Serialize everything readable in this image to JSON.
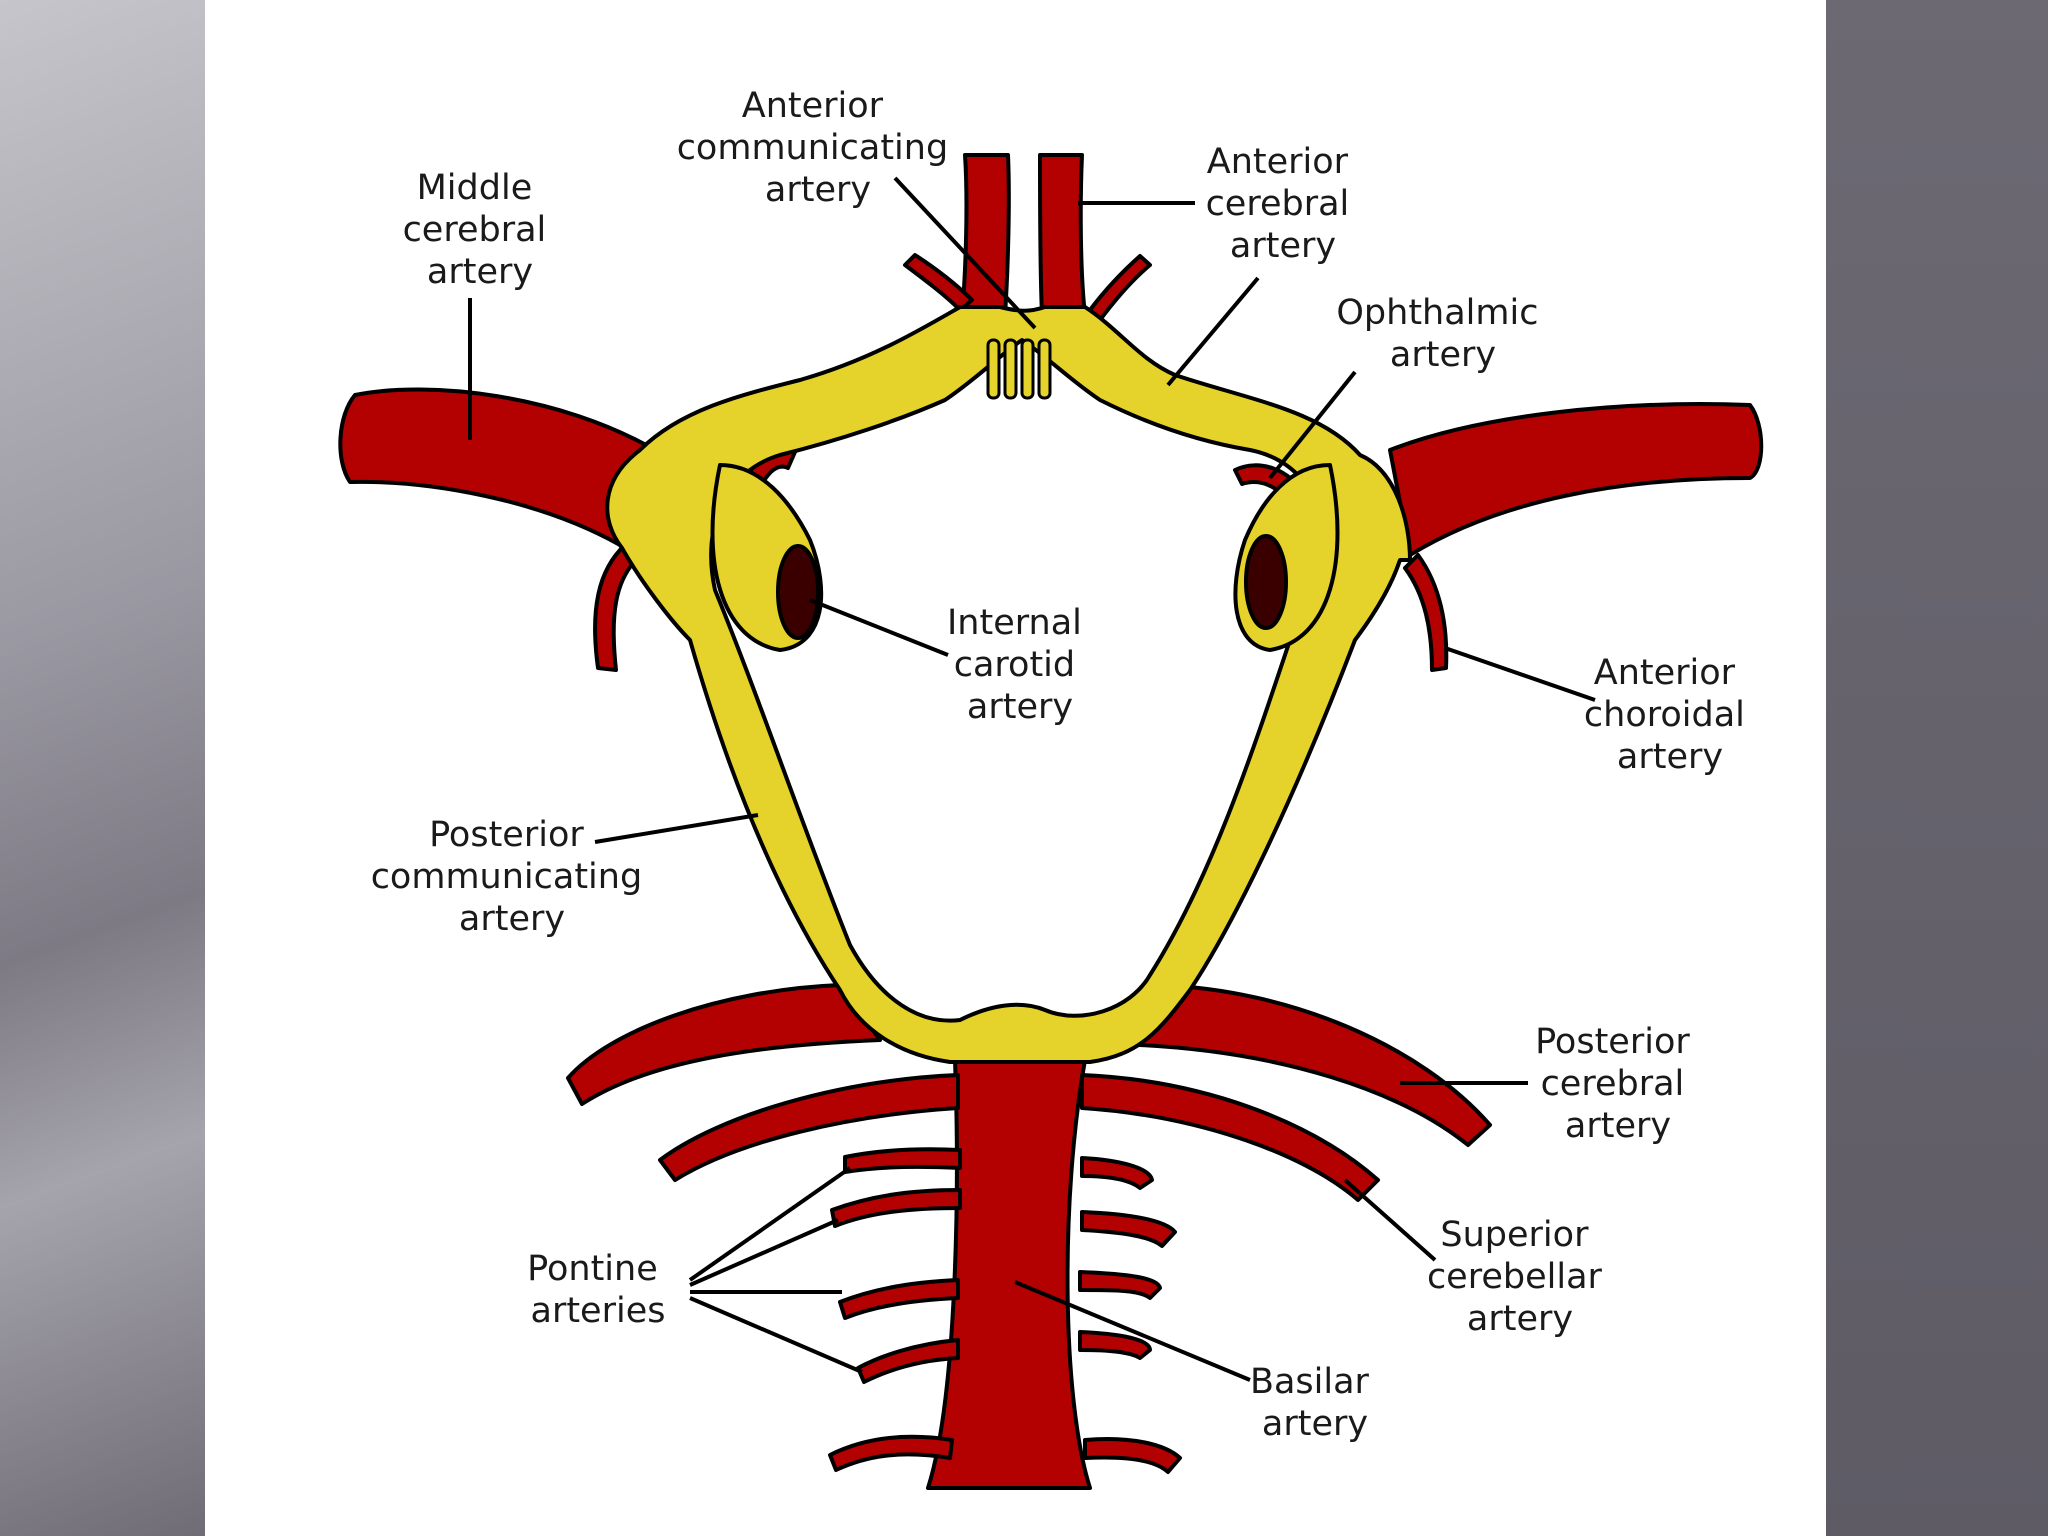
{
  "diagram": {
    "colors": {
      "artery": "#b30000",
      "circle_of_willis": "#e5d22a",
      "carotid_lumen": "#3a0000",
      "outline": "#000000",
      "slide_background": "#ffffff"
    },
    "labels": {
      "anterior_communicating": [
        "Anterior",
        "communicating",
        "artery"
      ],
      "middle_cerebral": [
        "Middle",
        "cerebral",
        "artery"
      ],
      "anterior_cerebral": [
        "Anterior",
        "cerebral",
        "artery"
      ],
      "ophthalmic": [
        "Ophthalmic",
        "artery"
      ],
      "internal_carotid": [
        "Internal",
        "carotid",
        "artery"
      ],
      "anterior_choroidal": [
        "Anterior",
        "choroidal",
        "artery"
      ],
      "posterior_communicating": [
        "Posterior",
        "communicating",
        "artery"
      ],
      "posterior_cerebral": [
        "Posterior",
        "cerebral",
        "artery"
      ],
      "superior_cerebellar": [
        "Superior",
        "cerebellar",
        "artery"
      ],
      "pontine": [
        "Pontine",
        "arteries"
      ],
      "basilar": [
        "Basilar",
        "artery"
      ]
    }
  }
}
